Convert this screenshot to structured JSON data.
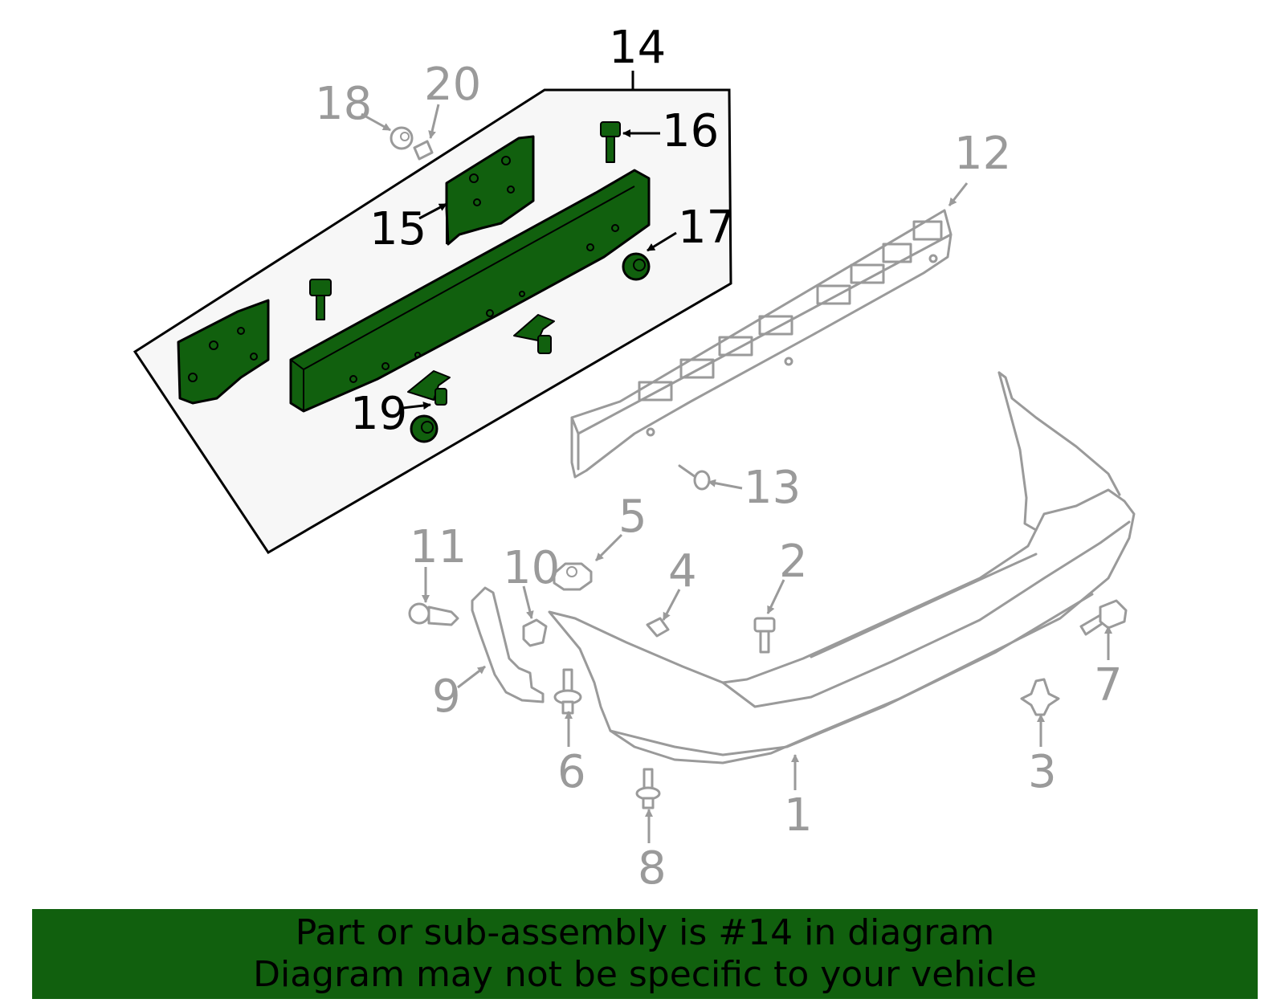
{
  "diagram": {
    "highlight_color": "#11600e",
    "inactive_color": "#9a9a9a",
    "callouts": [
      {
        "id": "1",
        "text": "1",
        "active": false
      },
      {
        "id": "2",
        "text": "2",
        "active": false
      },
      {
        "id": "3",
        "text": "3",
        "active": false
      },
      {
        "id": "4",
        "text": "4",
        "active": false
      },
      {
        "id": "5",
        "text": "5",
        "active": false
      },
      {
        "id": "6",
        "text": "6",
        "active": false
      },
      {
        "id": "7",
        "text": "7",
        "active": false
      },
      {
        "id": "8",
        "text": "8",
        "active": false
      },
      {
        "id": "9",
        "text": "9",
        "active": false
      },
      {
        "id": "10",
        "text": "10",
        "active": false
      },
      {
        "id": "11",
        "text": "11",
        "active": false
      },
      {
        "id": "12",
        "text": "12",
        "active": false
      },
      {
        "id": "13",
        "text": "13",
        "active": false
      },
      {
        "id": "14",
        "text": "14",
        "active": true
      },
      {
        "id": "15",
        "text": "15",
        "active": true
      },
      {
        "id": "16",
        "text": "16",
        "active": true
      },
      {
        "id": "17",
        "text": "17",
        "active": true
      },
      {
        "id": "18",
        "text": "18",
        "active": false
      },
      {
        "id": "19",
        "text": "19",
        "active": true
      },
      {
        "id": "20",
        "text": "20",
        "active": false
      }
    ]
  },
  "footer": {
    "line1": "Part or sub-assembly is #14 in diagram",
    "line2": "Diagram may not be specific to your vehicle",
    "background_color": "#11600e"
  }
}
